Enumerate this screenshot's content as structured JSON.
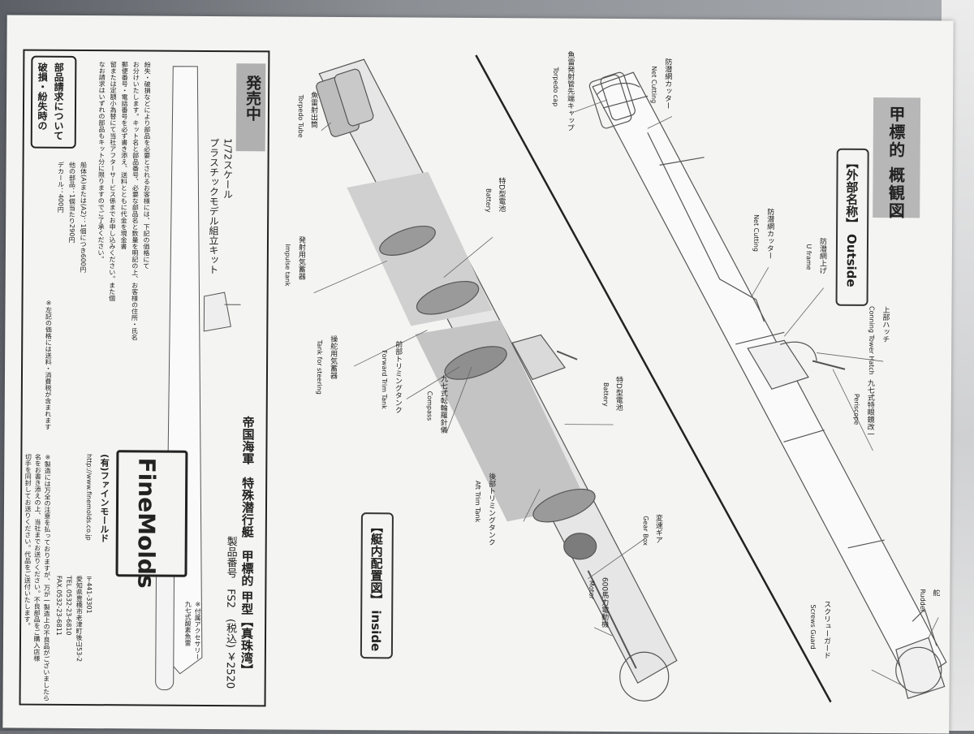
{
  "sheet": {
    "section_title": "甲標的 概観図",
    "outside_label": "【外部名称】 Outside",
    "inside_label": "【艇内配置図】 inside"
  },
  "outside_parts": [
    {
      "jp": "魚雷発射管先端キャップ",
      "en": "Torpedo cap"
    },
    {
      "jp": "防潜網カッター",
      "en": "Net Cutting"
    },
    {
      "jp": "防潜網カッター",
      "en": "Net Cutting"
    },
    {
      "jp": "防潜網上げ",
      "en": "U frame"
    },
    {
      "jp": "上部ハッチ",
      "en": "Conning Tower Hatch"
    },
    {
      "jp": "九七式特眼鏡改一",
      "en": "Periscope"
    },
    {
      "jp": "舵",
      "en": "Rudder"
    },
    {
      "jp": "スクリューガード",
      "en": "Screws Guard"
    }
  ],
  "inside_parts": [
    {
      "jp": "魚雷射出筒",
      "en": "Torpedo Tube"
    },
    {
      "jp": "特D型電池",
      "en": "Battery"
    },
    {
      "jp": "発射用気蓄器",
      "en": "Impulse tank"
    },
    {
      "jp": "操舵用気蓄器",
      "en": "Tank for steering"
    },
    {
      "jp": "前部トリミングタンク",
      "en": "Forward Trim Tank"
    },
    {
      "jp": "九七式転輪羅針儀",
      "en": "Compass"
    },
    {
      "jp": "特D型電池",
      "en": "Battery"
    },
    {
      "jp": "後部トリミングタンク",
      "en": "Aft Trim Tank"
    },
    {
      "jp": "変速ギア",
      "en": "Gear Box"
    },
    {
      "jp": "600馬力電動機",
      "en": "Motor"
    }
  ],
  "ad": {
    "on_sale": "発売中",
    "scale": "1/72スケール",
    "kit_type": "プラスチックモデル組立キット",
    "product_name": "帝国海軍　特殊潜行艇　甲標的 甲型【真珠湾】",
    "product_code": "製品番号　FS2　(税込) ￥2520",
    "accessory": "※付属アクセサリー",
    "accessory_item": "九七式酸素魚雷",
    "parts_heading": "部品請求について",
    "parts_subheading": "破損・紛失時の",
    "parts_text_1": "紛失・破損などにより部品を必要とされるお客様には、下記の価格にて",
    "parts_text_2": "お分けいたします。キット名と部品番号、必要な部品名と数量を明記の上、お客様の住所・氏名",
    "parts_text_3": "郵便番号・電話番号を必ず書き添え、送料とともに代金を現金書",
    "parts_text_4": "留または定額小為替にて当社アフターサービス係までお申し込みください。また個",
    "parts_text_5": "なお請求はいずれの部品もキット分に限りますのでご了承ください。",
    "price_1": "船体(A)または(A2)：1個につき600円",
    "price_2": "他の部品：1個当たり290円",
    "price_3": "デカール：400円",
    "price_note": "※左記の価格には送料・消費税が含まれます",
    "company": "(有)ファインモールド",
    "brand": "FineMolds",
    "postal": "〒441-3301",
    "address": "愛知県豊橋市老津町後山53-2",
    "tel": "TEL.0532-23-6810",
    "fax": "FAX.0532-23-6811",
    "url": "http://www.finemolds.co.jp",
    "notice_1": "※製造には万全の注意を払っておりますが、万が一製造上の不良品がございましたら",
    "notice_2": "名をお書き添えの上、当社までお送りください。不良部品をご購入店様",
    "notice_3": "切手を同封してお送りください。代品をご送付いたします。"
  }
}
